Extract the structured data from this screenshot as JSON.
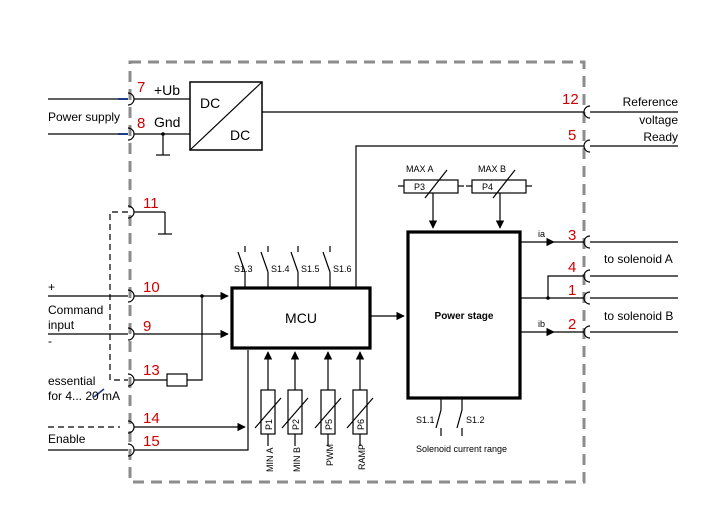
{
  "pins": {
    "p7": "7",
    "p8": "8",
    "p11": "11",
    "p10": "10",
    "p9": "9",
    "p13": "13",
    "p14": "14",
    "p15": "15",
    "p12": "12",
    "p5": "5",
    "p3": "3",
    "p4": "4",
    "p1": "1",
    "p2": "2"
  },
  "labels": {
    "ub": "+Ub",
    "gnd": "Gnd",
    "dc_in": "DC",
    "dc_out": "DC",
    "power_supply": "Power supply",
    "plus": "+",
    "command_1": "Command",
    "command_2": "input",
    "minus": "-",
    "essential_1": "essential",
    "essential_2": "for 4... 20 mA",
    "enable": "Enable",
    "reference_1": "Reference",
    "reference_2": "voltage",
    "ready": "Ready",
    "to_solenoid_a": "to solenoid A",
    "to_solenoid_b": "to solenoid B",
    "ia": "ia",
    "ib": "ib",
    "mcu": "MCU",
    "power_stage": "Power stage",
    "max_a": "MAX A",
    "max_b": "MAX B",
    "p3_box": "P3",
    "p4_box": "P4",
    "s13": "S1.3",
    "s14": "S1.4",
    "s15": "S1.5",
    "s16": "S1.6",
    "s11": "S1.1",
    "s12": "S1.2",
    "solenoid_range": "Solenoid current range",
    "pot_p1": "P1",
    "pot_p2": "P2",
    "pot_p5": "P5",
    "pot_p6": "P6",
    "min_a": "MIN A",
    "min_b": "MIN B",
    "pwm": "PWM",
    "ramp": "RAMP"
  }
}
